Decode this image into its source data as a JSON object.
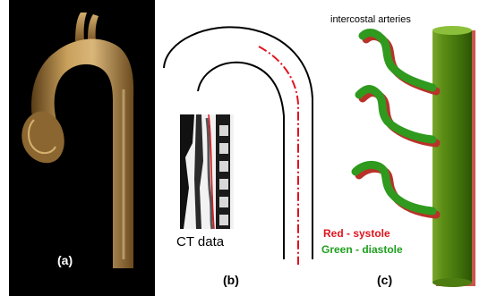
{
  "panel_a": {
    "label": "(a)"
  },
  "panel_b": {
    "label": "(b)",
    "inset_caption": "CT data"
  },
  "panel_c": {
    "label": "(c)",
    "title": "intercostal arteries",
    "legend_red": "Red - systole",
    "legend_green": "Green - diastole"
  },
  "colors": {
    "systole": "#e0141e",
    "diastole": "#1ea01e",
    "aorta_body": "#5a9a16",
    "panel_a_bg": "#000000"
  }
}
